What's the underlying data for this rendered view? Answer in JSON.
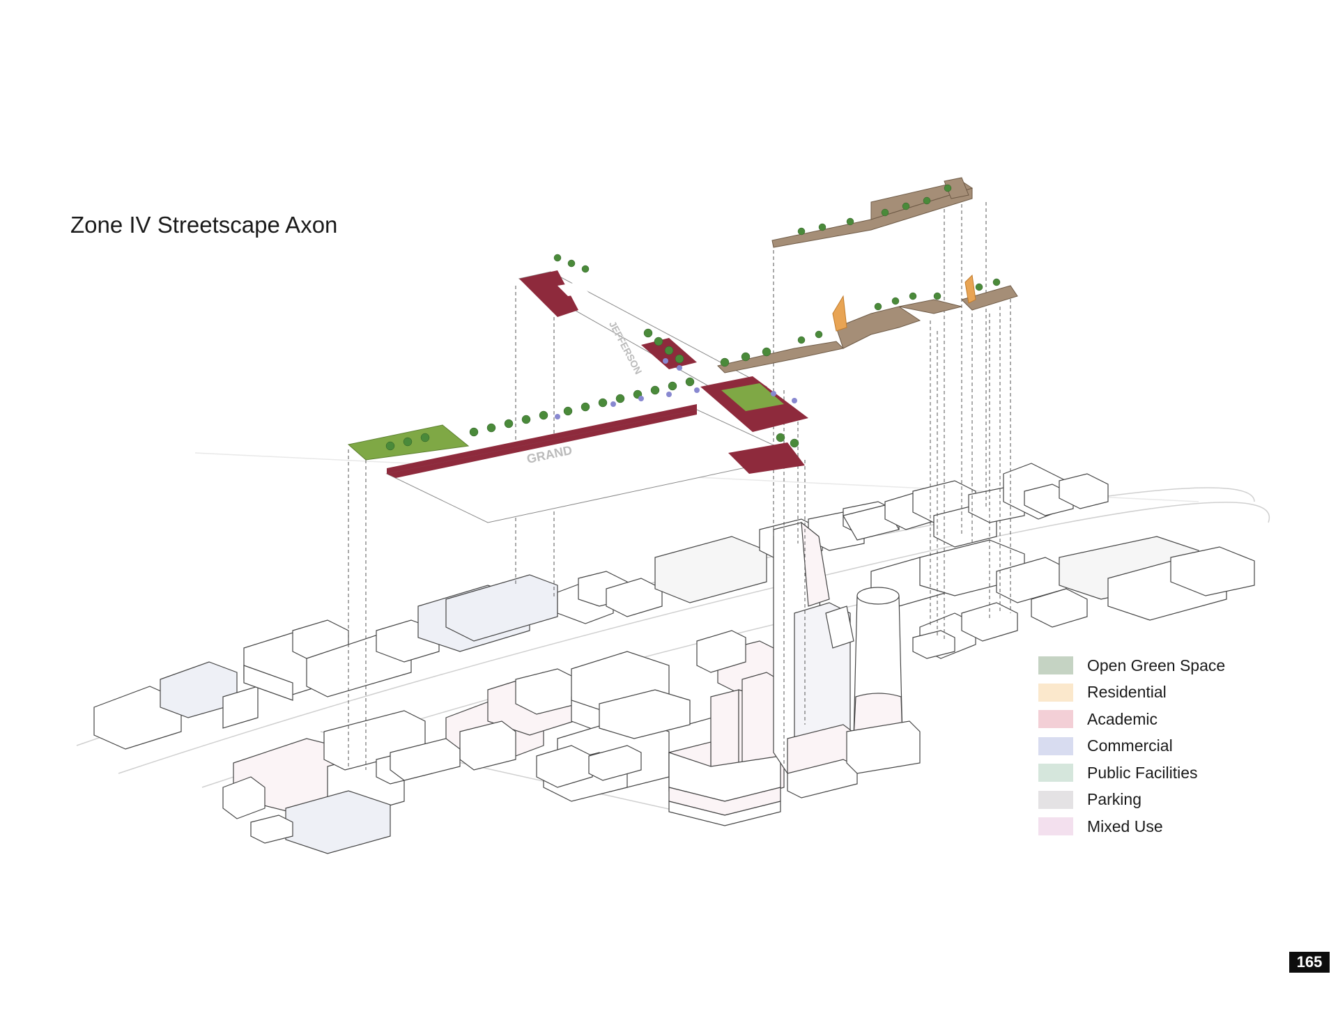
{
  "title": "Zone IV Streetscape Axon",
  "street_labels": {
    "grand": "GRAND",
    "jefferson": "JEFFERSON"
  },
  "legend": [
    {
      "label": "Open Green Space",
      "color": "#c5d3c3"
    },
    {
      "label": "Residential",
      "color": "#fbe8cc"
    },
    {
      "label": "Academic",
      "color": "#f3cfd6"
    },
    {
      "label": "Commercial",
      "color": "#d8dcf0"
    },
    {
      "label": "Public Facilities",
      "color": "#d5e6dc"
    },
    {
      "label": "Parking",
      "color": "#e4e2e4"
    },
    {
      "label": "Mixed Use",
      "color": "#f3e0ee"
    }
  ],
  "page_number": "165",
  "colors": {
    "plaza_red": "#8e2a3c",
    "grass": "#7fa845",
    "path_brown": "#a58e77",
    "tree_green": "#4a8a3a"
  }
}
